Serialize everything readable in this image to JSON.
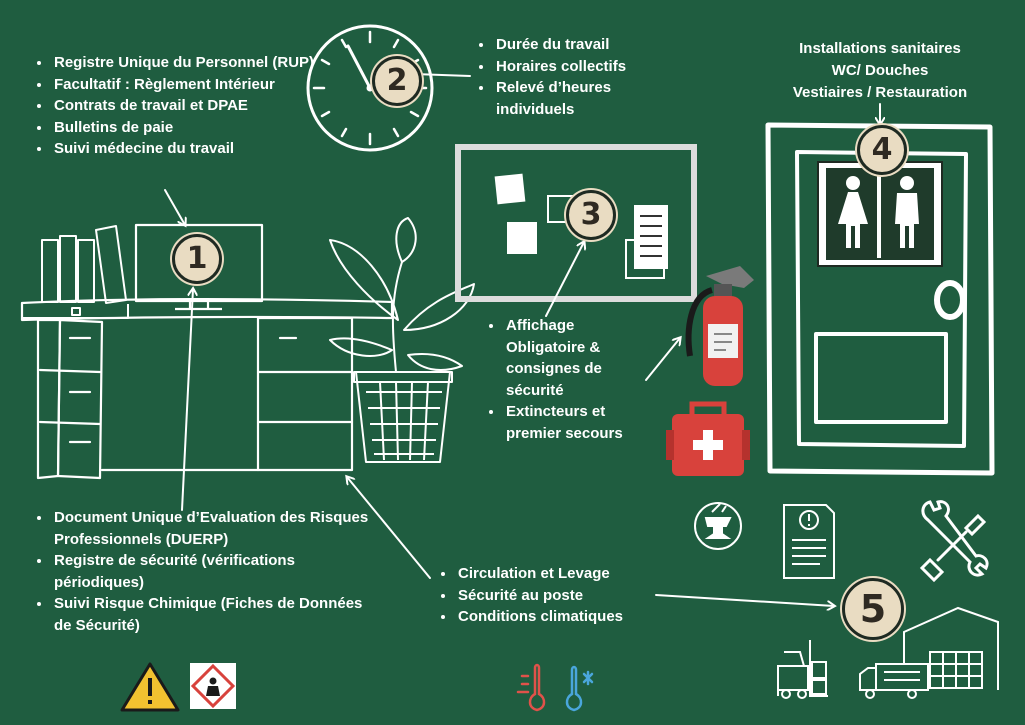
{
  "colors": {
    "background": "#1f5d40",
    "text": "#ffffff",
    "badge": "#e9dcc2",
    "red": "#d9443f"
  },
  "badges": {
    "b1": "1",
    "b2": "2",
    "b3": "3",
    "b4": "4",
    "b5": "5"
  },
  "section1": {
    "items": [
      "Registre Unique du Personnel (RUP)",
      "Facultatif :  Règlement Intérieur",
      "Contrats de travail et DPAE",
      "Bulletins de paie",
      "Suivi médecine du travail"
    ]
  },
  "section2": {
    "items": [
      "Durée du travail",
      "Horaires collectifs",
      "Relevé d’heures individuels"
    ]
  },
  "section3": {
    "items": [
      "Affichage Obligatoire & consignes de sécurité",
      "Extincteurs et premier secours"
    ]
  },
  "section4": {
    "lines": [
      "Installations sanitaires",
      "WC/ Douches",
      "Vestiaires  / Restauration"
    ]
  },
  "section5": {
    "items": [
      "Circulation et Levage",
      "Sécurité au poste",
      "Conditions climatiques"
    ]
  },
  "section_duerp": {
    "items": [
      "Document Unique d’Evaluation des Risques Professionnels (DUERP)",
      "Registre de sécurité (vérifications périodiques)",
      "Suivi Risque Chimique (Fiches de Données de Sécurité)"
    ]
  },
  "icons": [
    "desk-illustration",
    "books-icon",
    "monitor-icon",
    "plant-icon",
    "clock-icon",
    "notice-board-icon",
    "fire-extinguisher-icon",
    "first-aid-kit-icon",
    "restroom-door-icon",
    "restroom-sign-icon",
    "anvil-icon",
    "document-alert-icon",
    "tools-icon",
    "forklift-icon",
    "truck-icon",
    "warehouse-icon",
    "warning-sign-icon",
    "health-hazard-pictogram",
    "thermometer-icon"
  ]
}
